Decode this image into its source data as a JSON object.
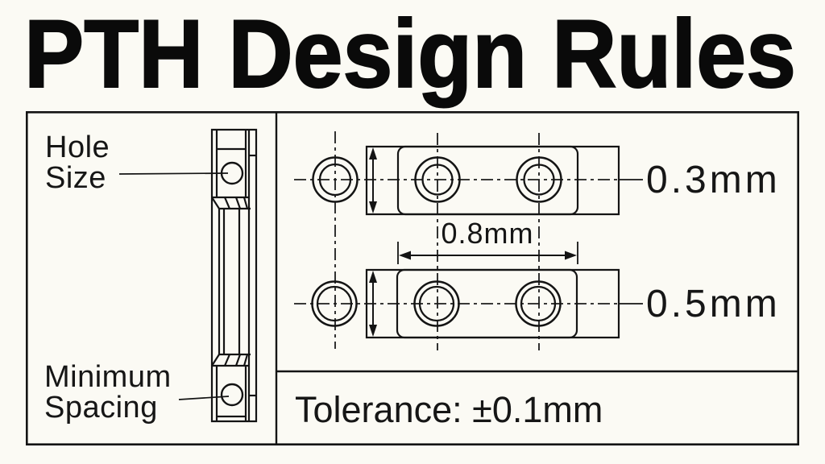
{
  "title": "PTH Design Rules",
  "colors": {
    "ink": "#111111",
    "background": "#FBFAF4"
  },
  "panel": {
    "side_view": {
      "hole_size_label": {
        "line1": "Hole",
        "line2": "Size"
      },
      "min_spacing_label": {
        "line1": "Minimum",
        "line2": "Spacing"
      }
    },
    "rules": {
      "rows": [
        {
          "hole_size": "0.3mm"
        },
        {
          "hole_size": "0.5mm"
        }
      ],
      "spacing": "0.8mm",
      "tolerance": "Tolerance: ±0.1mm"
    }
  }
}
